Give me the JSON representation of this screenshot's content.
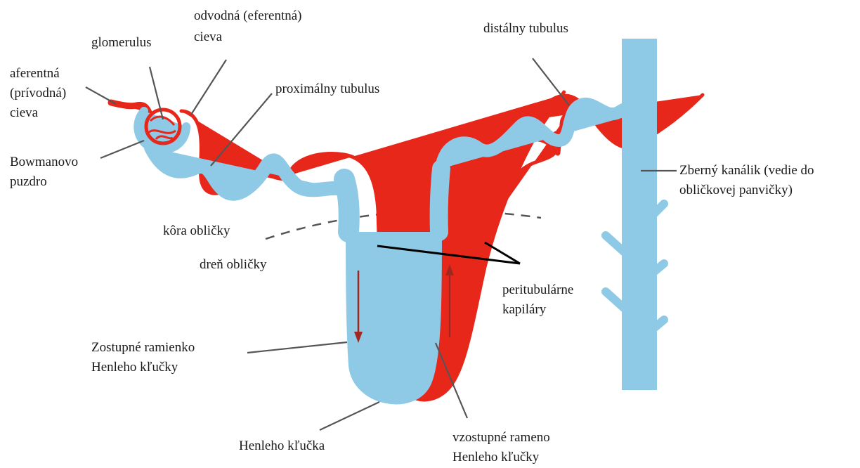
{
  "labels": {
    "afferent_line1": "aferentná",
    "afferent_line2": "(prívodná)",
    "afferent_line3": "cieva",
    "glomerulus": "glomerulus",
    "efferent_line1": "odvodná (eferentná)",
    "efferent_line2": "cieva",
    "proximal_tubule": "proximálny tubulus",
    "distal_tubule": "distálny tubulus",
    "bowman_line1": "Bowmanovo",
    "bowman_line2": "puzdro",
    "collecting_line1": "Zberný kanálik (vedie do",
    "collecting_line2": "obličkovej panvičky)",
    "cortex": "kôra obličky",
    "medulla": "dreň obličky",
    "peritubular_line1": "peritubulárne",
    "peritubular_line2": "kapiláry",
    "descending_line1": "Zostupné ramienko",
    "descending_line2": "Henleho kľučky",
    "henle_loop": "Henleho kľučka",
    "ascending_line1": "vzostupné rameno",
    "ascending_line2": "Henleho kľučky"
  },
  "colors": {
    "tubule": "#8ec9e6",
    "vessel": "#e8271b",
    "arrow": "#a02820",
    "boundary": "#555555"
  }
}
